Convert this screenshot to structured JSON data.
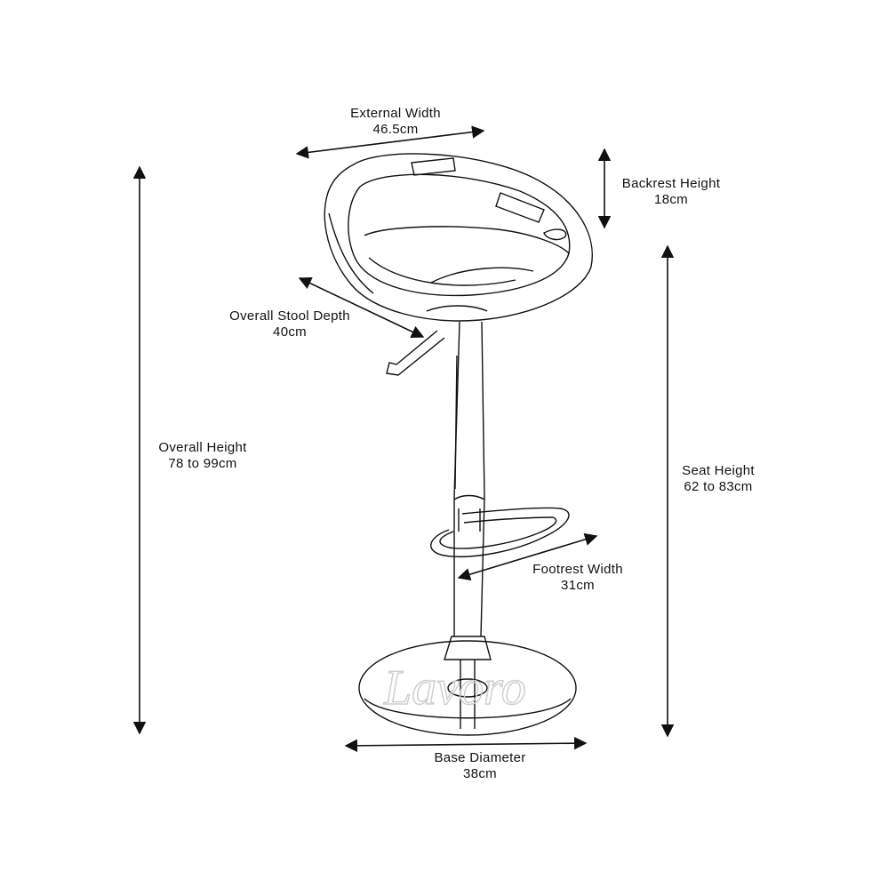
{
  "dimensions": {
    "external_width": {
      "label": "External Width",
      "value": "46.5cm"
    },
    "backrest_height": {
      "label": "Backrest Height",
      "value": "18cm"
    },
    "overall_stool_depth": {
      "label": "Overall Stool Depth",
      "value": "40cm"
    },
    "overall_height": {
      "label": "Overall Height",
      "value": "78 to 99cm"
    },
    "seat_height": {
      "label": "Seat Height",
      "value": "62 to 83cm"
    },
    "footrest_width": {
      "label": "Footrest Width",
      "value": "31cm"
    },
    "base_diameter": {
      "label": "Base Diameter",
      "value": "38cm"
    }
  },
  "watermark": "Lavoro"
}
